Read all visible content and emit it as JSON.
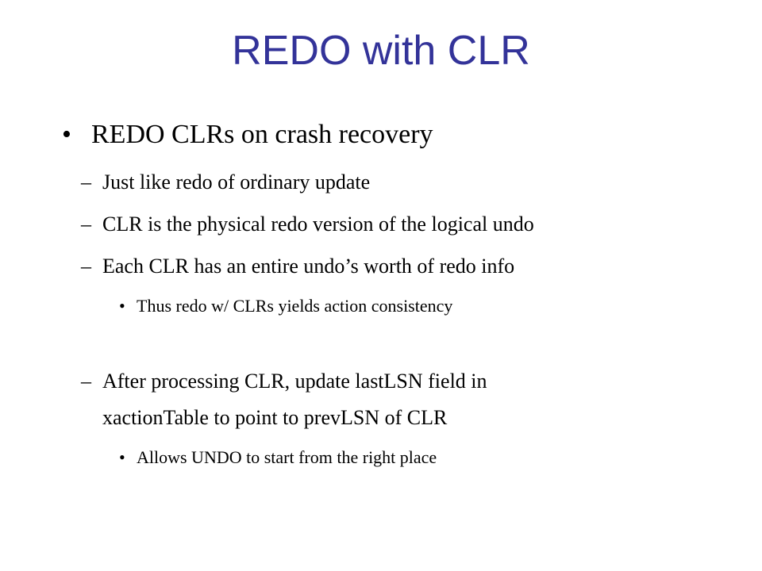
{
  "slide": {
    "title": "REDO with CLR",
    "bullet_glyph": "•",
    "dash_glyph": "–",
    "items": [
      {
        "text": "REDO CLRs on crash recovery"
      },
      {
        "text": "Just like redo of ordinary update"
      },
      {
        "text": "CLR is the physical redo version of the logical undo"
      },
      {
        "text": "Each CLR has an entire undo’s worth of redo info"
      },
      {
        "text": "Thus redo w/ CLRs yields action consistency"
      },
      {
        "text": "After processing CLR, update lastLSN field in"
      },
      {
        "text": "xactionTable to point to prevLSN of CLR"
      },
      {
        "text": "Allows UNDO to start from the right place"
      }
    ],
    "title_color": "#333399"
  }
}
